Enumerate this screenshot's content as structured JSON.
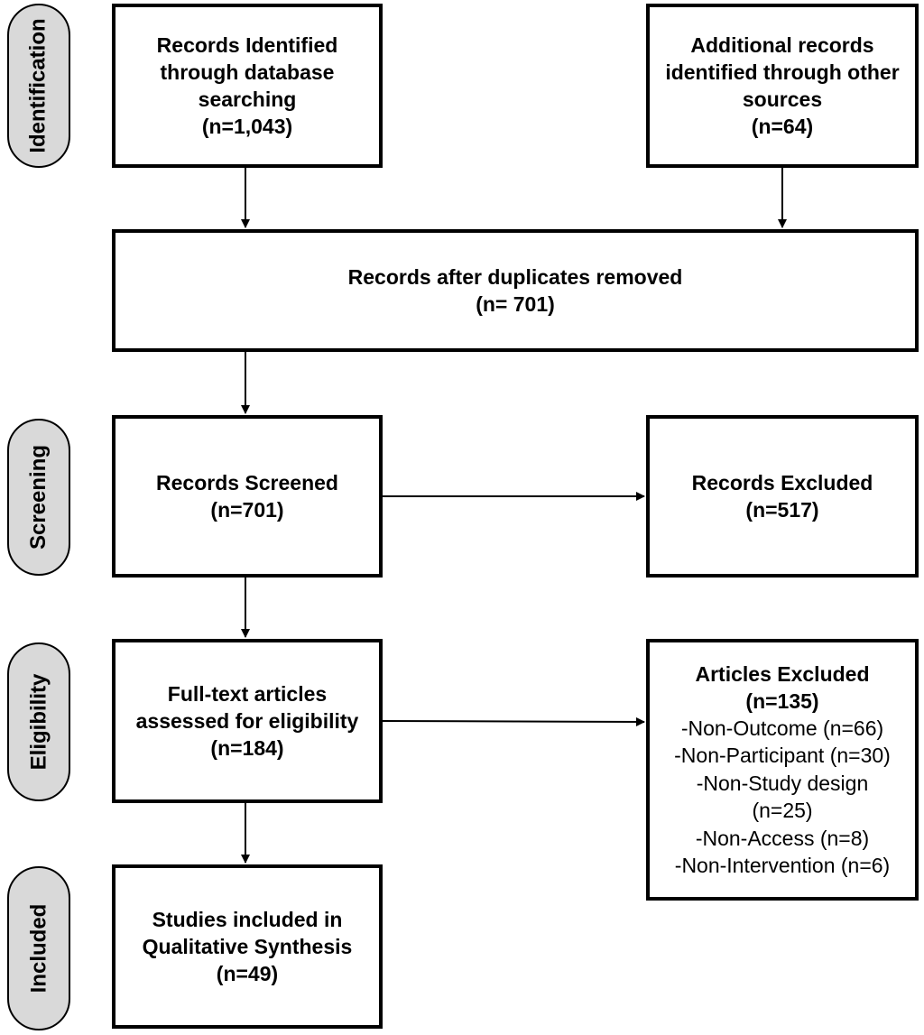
{
  "phases": {
    "identification": "Identification",
    "screening": "Screening",
    "eligibility": "Eligibility",
    "included": "Included"
  },
  "boxes": {
    "database": {
      "line1": "Records Identified",
      "line2": "through database",
      "line3": "searching",
      "count": "(n=1,043)"
    },
    "other": {
      "line1": "Additional records",
      "line2": "identified through other",
      "line3": "sources",
      "count": "(n=64)"
    },
    "duplicates": {
      "line1": "Records after duplicates removed",
      "count": "(n= 701)"
    },
    "screened": {
      "line1": "Records Screened",
      "count": "(n=701)"
    },
    "excluded": {
      "line1": "Records Excluded",
      "count": "(n=517)"
    },
    "fulltext": {
      "line1": "Full-text articles",
      "line2": "assessed for eligibility",
      "count": "(n=184)"
    },
    "articles_excluded": {
      "line1": "Articles Excluded",
      "count": "(n=135)",
      "reasons": [
        "-Non-Outcome (n=66)",
        "-Non-Participant (n=30)",
        "-Non-Study design",
        "(n=25)",
        "-Non-Access (n=8)",
        "-Non-Intervention (n=6)"
      ]
    },
    "included": {
      "line1": "Studies included in",
      "line2": "Qualitative Synthesis",
      "count": "(n=49)"
    }
  }
}
